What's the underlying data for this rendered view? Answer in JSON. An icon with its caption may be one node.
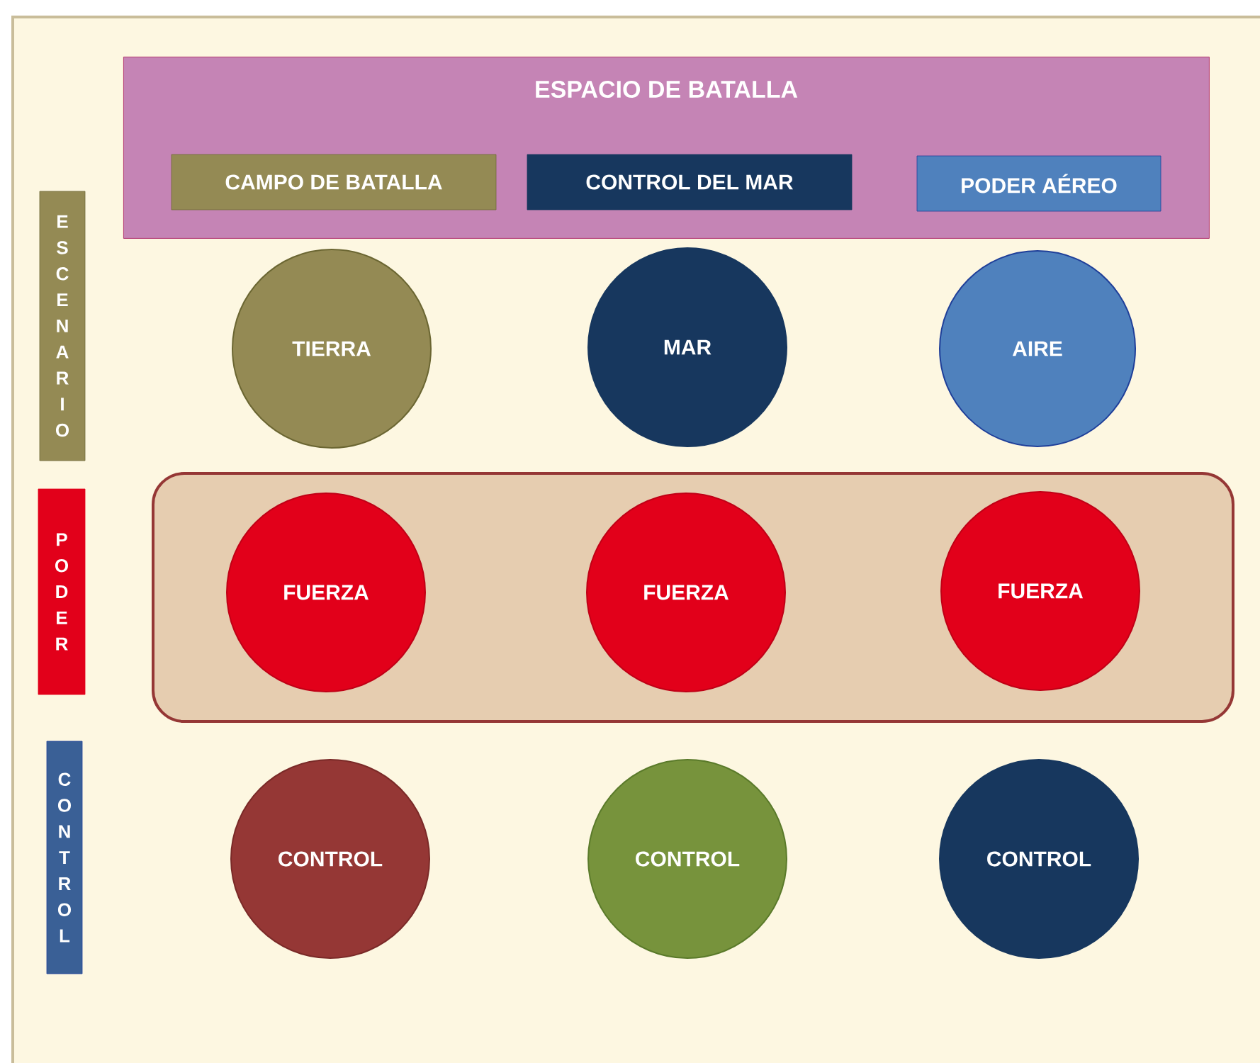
{
  "diagram": {
    "nodes": [
      {
        "text": [
          "ESPACIO DE BATALLA"
        ]
      },
      {
        "text": [
          "CAMPO DE BATALLA"
        ],
        "in": 0
      },
      {
        "text": [
          "CONTROL DEL MAR"
        ],
        "in": 0
      },
      {
        "text": [
          "PODER AÉREO"
        ],
        "in": 0
      },
      {
        "text": [
          "ESCENARIO"
        ]
      },
      {
        "text": [
          "TIERRA"
        ]
      },
      {
        "text": [
          "MAR"
        ]
      },
      {
        "text": [
          "AIRE"
        ]
      },
      {
        "text": [
          "PODER"
        ]
      },
      {
        "text": [],
        "shape": "box"
      },
      {
        "text": [
          "FUERZA"
        ],
        "in": 9
      },
      {
        "text": [
          "FUERZA"
        ],
        "in": 9
      },
      {
        "text": [
          "FUERZA"
        ],
        "in": 9
      },
      {
        "text": [
          "CONTROL"
        ]
      },
      {
        "text": [
          "CONTROL"
        ]
      },
      {
        "text": [
          "CONTROL"
        ]
      },
      {
        "text": [
          "CONTROL"
        ]
      }
    ]
  }
}
